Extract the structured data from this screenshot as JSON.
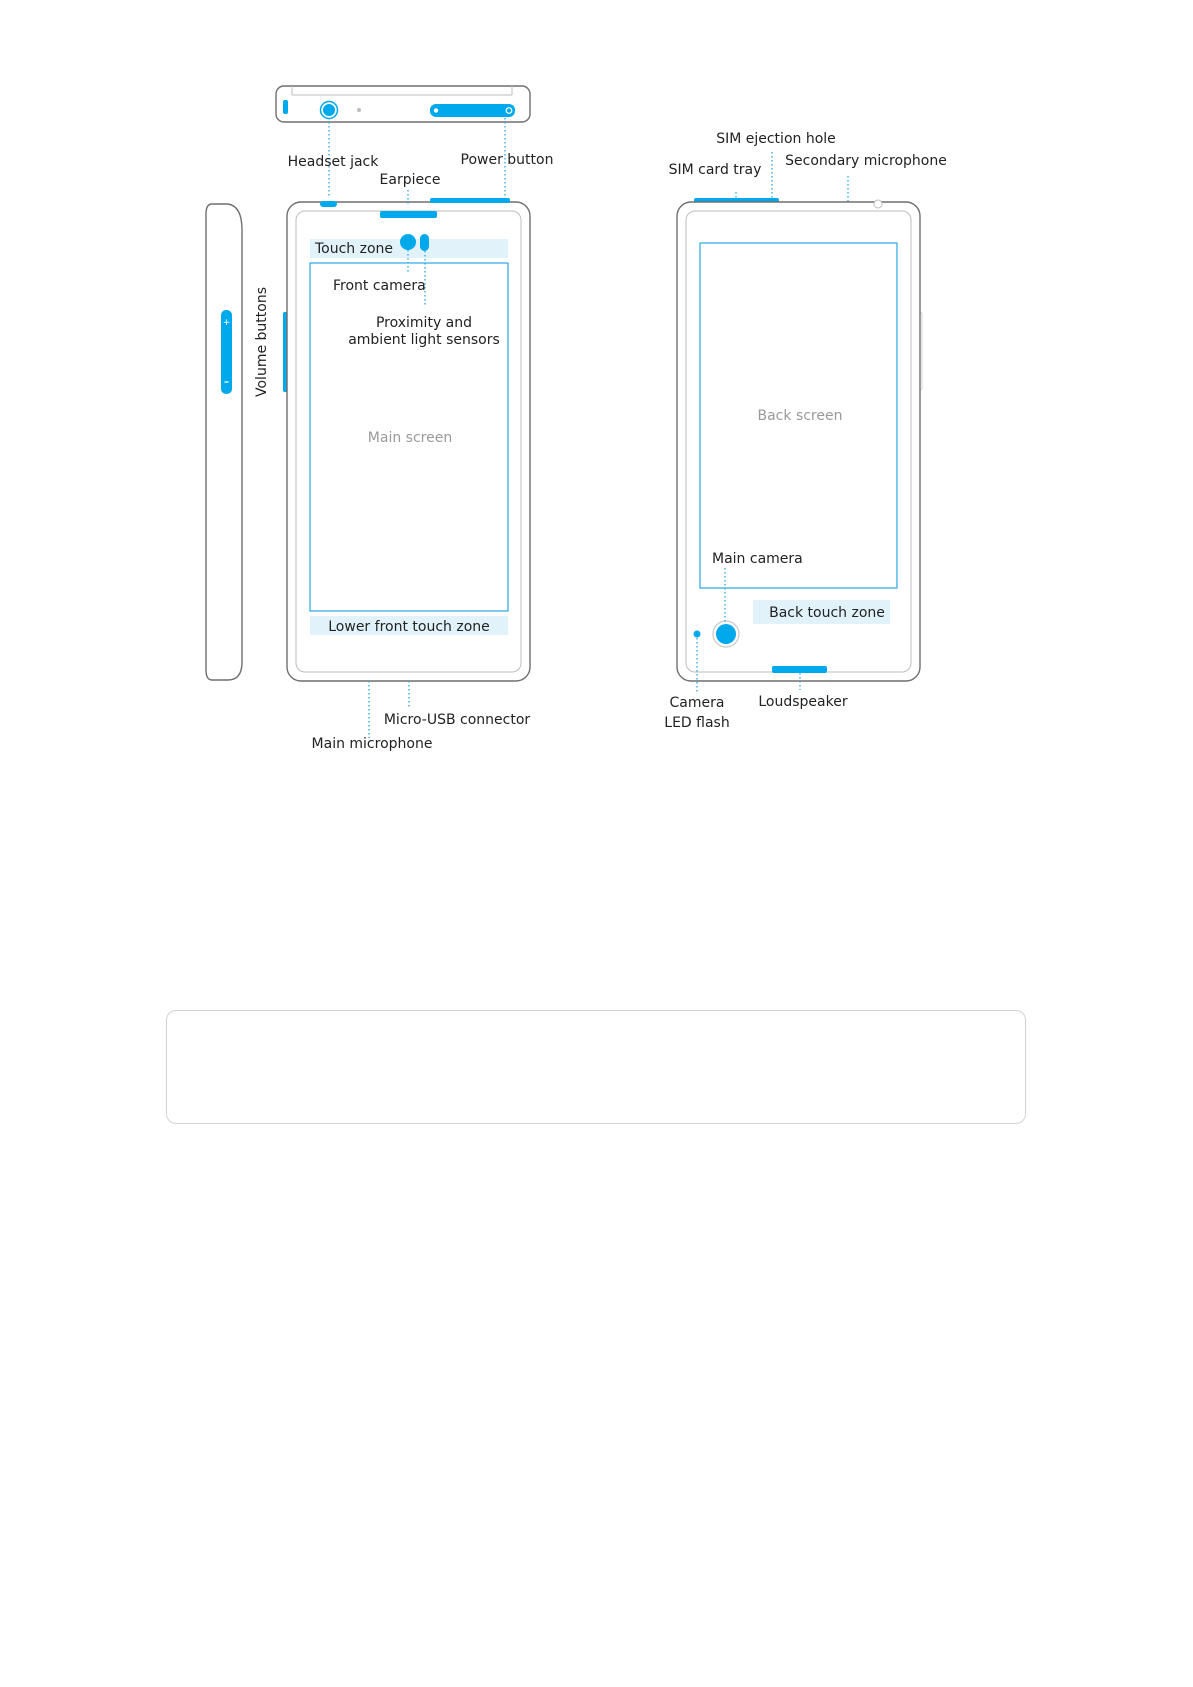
{
  "labels": {
    "headset_jack": "Headset jack",
    "earpiece": "Earpiece",
    "power_button": "Power button",
    "touch_zone": "Touch zone",
    "front_camera": "Front camera",
    "proximity_line1": "Proximity  and",
    "proximity_line2": "ambient light sensors",
    "volume_buttons": "Volume buttons",
    "main_screen": "Main screen",
    "lower_front_touch_zone": "Lower front touch zone",
    "micro_usb": "Micro-USB connector",
    "main_microphone": "Main microphone",
    "sim_ejection_hole": "SIM ejection hole",
    "sim_card_tray": "SIM card tray",
    "secondary_microphone": "Secondary microphone",
    "back_screen": "Back screen",
    "main_camera": "Main camera",
    "back_touch_zone": "Back touch zone",
    "camera_line1": "Camera",
    "camera_line2": "LED flash",
    "loudspeaker": "Loudspeaker"
  },
  "colors": {
    "accent": "#00a9ec",
    "touch_zone": "#e2f2fb",
    "outline": "#6f6f6f"
  }
}
